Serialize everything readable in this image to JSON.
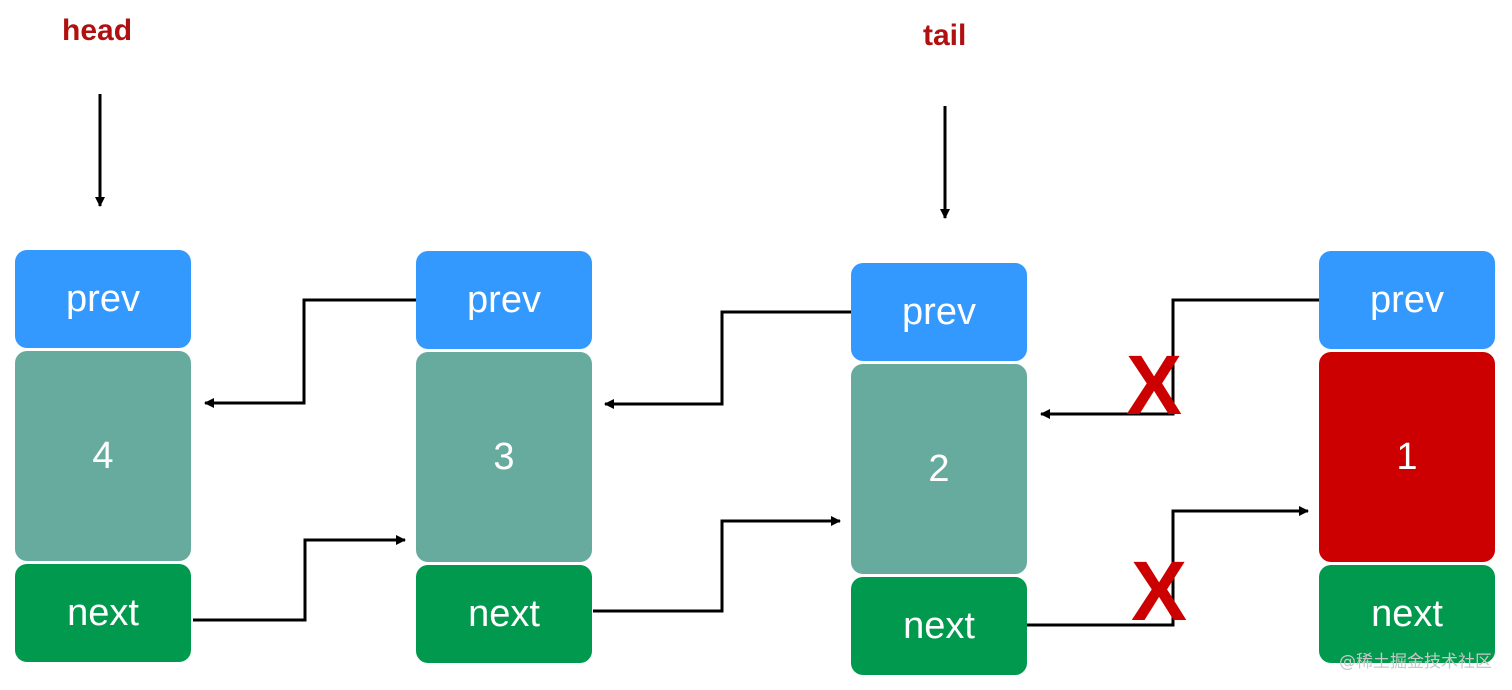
{
  "pointers": {
    "head": "head",
    "tail": "tail"
  },
  "nodes": [
    {
      "prev": "prev",
      "value": "4",
      "next": "next"
    },
    {
      "prev": "prev",
      "value": "3",
      "next": "next"
    },
    {
      "prev": "prev",
      "value": "2",
      "next": "next"
    },
    {
      "prev": "prev",
      "value": "1",
      "next": "next",
      "removed": true
    }
  ],
  "cut_marks": {
    "prev_link": "X",
    "next_link": "X"
  },
  "watermark": "@稀土掘金技术社区",
  "colors": {
    "prev_cell": "#3399ff",
    "data_cell": "#67ab9f",
    "next_cell": "#00994d",
    "removed_cell": "#cc0000",
    "pointer_label": "#b01010",
    "cut_mark": "#cc0000",
    "arrow": "#000000"
  }
}
